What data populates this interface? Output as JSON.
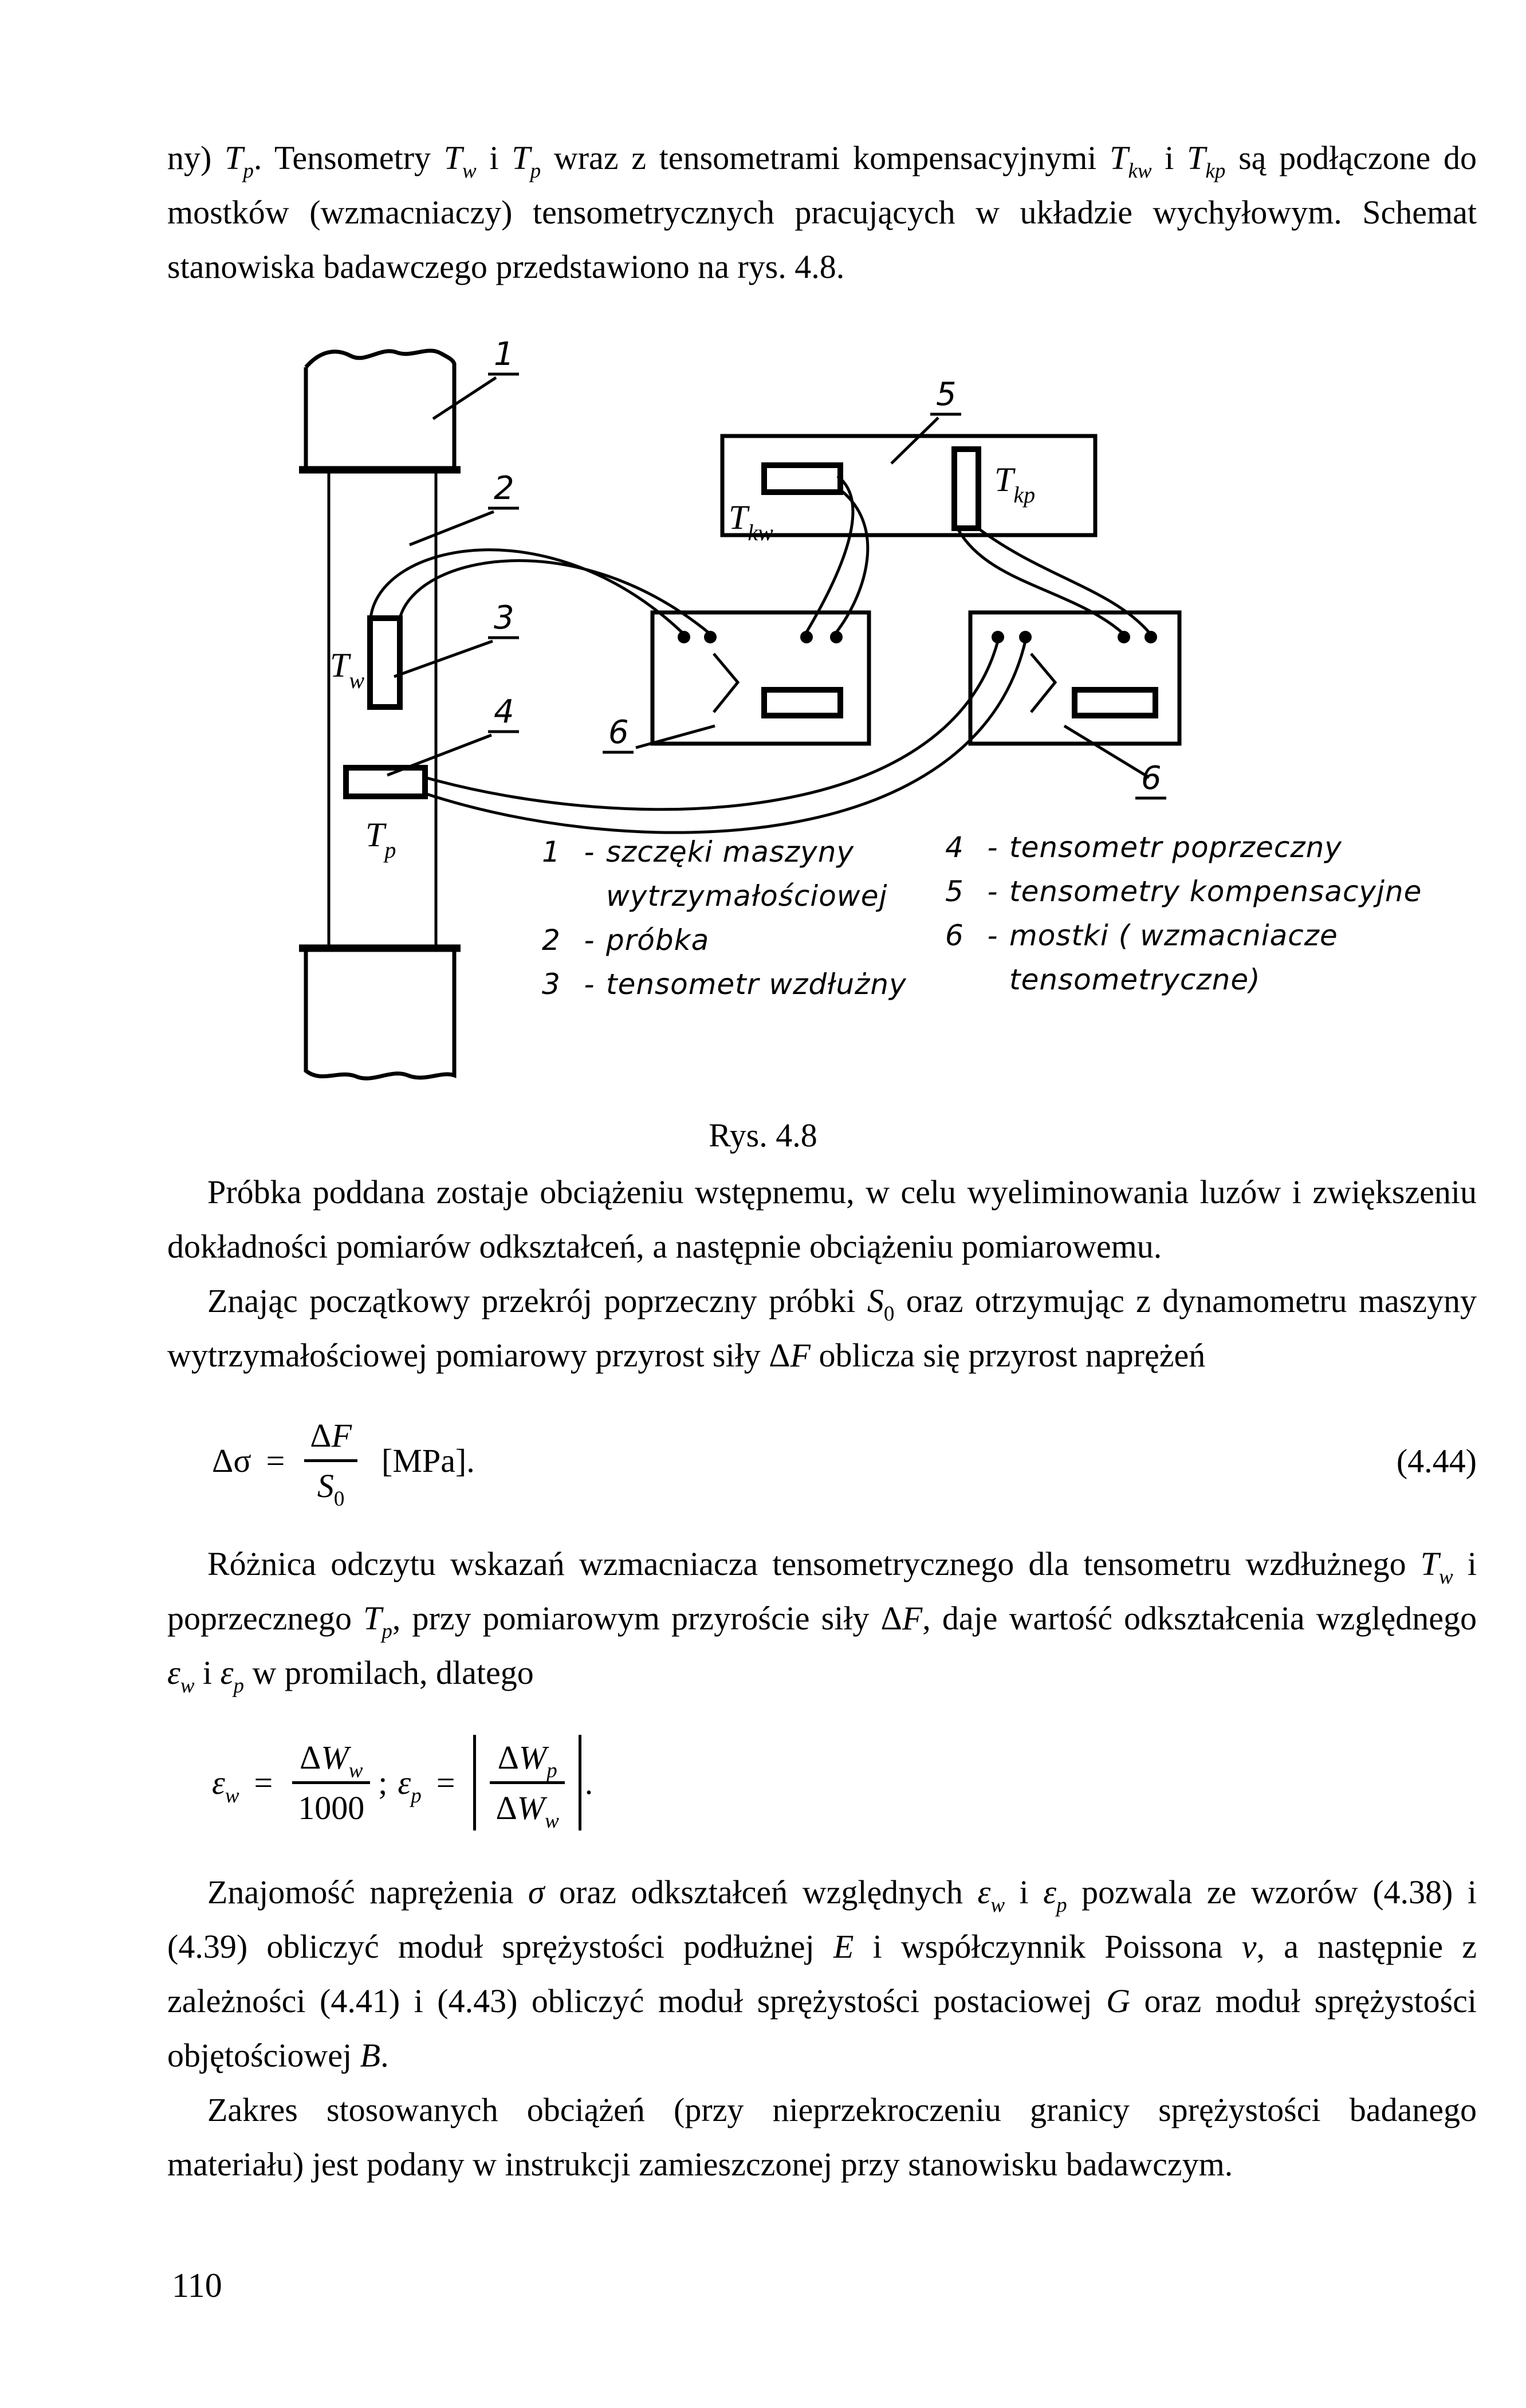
{
  "page": {
    "number": "110"
  },
  "paragraphs": {
    "p1": [
      {
        "t": "ny) "
      },
      {
        "t": "T",
        "i": 1
      },
      {
        "t": "p",
        "i": 1,
        "sub": 1
      },
      {
        "t": ". Tensometry "
      },
      {
        "t": "T",
        "i": 1
      },
      {
        "t": "w",
        "i": 1,
        "sub": 1
      },
      {
        "t": " i "
      },
      {
        "t": "T",
        "i": 1
      },
      {
        "t": "p",
        "i": 1,
        "sub": 1
      },
      {
        "t": " wraz z tensometrami kompensacyjnymi "
      },
      {
        "t": "T",
        "i": 1
      },
      {
        "t": "kw",
        "i": 1,
        "sub": 1
      },
      {
        "t": " i "
      },
      {
        "t": "T",
        "i": 1
      },
      {
        "t": "kp",
        "i": 1,
        "sub": 1
      },
      {
        "t": " są podłączone do mostków (wzmacniaczy) tensometrycznych pracujących w układzie wychyłowym. Schemat stanowiska badawczego przedstawiono na rys. 4.8."
      }
    ],
    "p2": [
      {
        "t": "Próbka poddana zostaje obciążeniu wstępnemu, w celu wyeliminowania luzów i zwiększeniu dokładności pomiarów odkształceń, a następnie obciążeniu pomiarowemu."
      }
    ],
    "p3": [
      {
        "t": "Znając początkowy przekrój poprzeczny próbki "
      },
      {
        "t": "S",
        "i": 1
      },
      {
        "t": "0",
        "sub": 1
      },
      {
        "t": " oraz otrzymując z dynamometru maszyny wytrzymałościowej pomiarowy przyrost siły "
      },
      {
        "t": "Δ"
      },
      {
        "t": "F",
        "i": 1
      },
      {
        "t": " oblicza się przyrost naprężeń"
      }
    ],
    "p4": [
      {
        "t": "Różnica odczytu wskazań wzmacniacza tensometrycznego dla tensometru wzdłużnego "
      },
      {
        "t": "T",
        "i": 1
      },
      {
        "t": "w",
        "i": 1,
        "sub": 1
      },
      {
        "t": " i poprzecznego "
      },
      {
        "t": "T",
        "i": 1
      },
      {
        "t": "p",
        "i": 1,
        "sub": 1
      },
      {
        "t": ", przy pomiarowym przyroście siły "
      },
      {
        "t": "Δ"
      },
      {
        "t": "F",
        "i": 1
      },
      {
        "t": ", daje wartość odkształcenia względnego "
      },
      {
        "t": "ε",
        "i": 1
      },
      {
        "t": "w",
        "i": 1,
        "sub": 1
      },
      {
        "t": " i "
      },
      {
        "t": "ε",
        "i": 1
      },
      {
        "t": "p",
        "i": 1,
        "sub": 1
      },
      {
        "t": " w promilach, dlatego"
      }
    ],
    "p5": [
      {
        "t": "Znajomość naprężenia "
      },
      {
        "t": "σ",
        "i": 1
      },
      {
        "t": " oraz odkształceń względnych "
      },
      {
        "t": "ε",
        "i": 1
      },
      {
        "t": "w",
        "i": 1,
        "sub": 1
      },
      {
        "t": " i "
      },
      {
        "t": "ε",
        "i": 1
      },
      {
        "t": "p",
        "i": 1,
        "sub": 1
      },
      {
        "t": " pozwala ze wzorów (4.38) i (4.39) obliczyć moduł sprężystości podłużnej "
      },
      {
        "t": "E",
        "i": 1
      },
      {
        "t": " i współczynnik Poissona "
      },
      {
        "t": "ν",
        "i": 1
      },
      {
        "t": ", a następnie z zależności (4.41) i (4.43) obliczyć moduł sprężystości postaciowej "
      },
      {
        "t": "G",
        "i": 1
      },
      {
        "t": " oraz moduł sprężystości objętościowej "
      },
      {
        "t": "B",
        "i": 1
      },
      {
        "t": "."
      }
    ],
    "p6": [
      {
        "t": "Zakres stosowanych obciążeń (przy nieprzekroczeniu granicy sprężystości badanego materiału) jest podany w instrukcji zamieszczonej przy stanowisku badawczym."
      }
    ]
  },
  "figure": {
    "caption": "Rys. 4.8",
    "labels": {
      "n1": "1",
      "n2": "2",
      "n3": "3",
      "n4": "4",
      "n5": "5",
      "n6_left": "6",
      "n6_right": "6",
      "tw": "T",
      "tw_sub": "w",
      "tp": "T",
      "tp_sub": "p",
      "tkw": "T",
      "tkw_sub": "kw",
      "tkp": "T",
      "tkp_sub": "kp"
    },
    "legend": {
      "left": [
        {
          "num": "1",
          "dash": "-",
          "text": "szczęki maszyny\nwytrzymałościowej"
        },
        {
          "num": "2",
          "dash": "-",
          "text": "próbka"
        },
        {
          "num": "3",
          "dash": "-",
          "text": "tensometr wzdłużny"
        }
      ],
      "right": [
        {
          "num": "4",
          "dash": "-",
          "text": "tensometr poprzeczny"
        },
        {
          "num": "5",
          "dash": "-",
          "text": "tensometry kompensacyjne"
        },
        {
          "num": "6",
          "dash": "-",
          "text": "mostki ( wzmacniacze\ntensometryczne)"
        }
      ]
    }
  },
  "formulas": {
    "f444": {
      "delta1": "Δ",
      "sigma": "σ",
      "equals": "=",
      "delta2": "Δ",
      "F": "F",
      "S": "S",
      "S_sub": "0",
      "unit": "[MPa].",
      "tag": "(4.44)"
    },
    "feps": {
      "eps1": "ε",
      "eps1_sub": "w",
      "eq1": "=",
      "n1_delta": "Δ",
      "n1_sym": "W",
      "n1_sub": "w",
      "d1": "1000",
      "semi": ";",
      "eps2": "ε",
      "eps2_sub": "p",
      "eq2": "=",
      "n2_delta": "Δ",
      "n2_sym": "W",
      "n2_sub": "p",
      "d2_delta": "Δ",
      "d2_sym": "W",
      "d2_sub": "w",
      "period": "."
    }
  }
}
